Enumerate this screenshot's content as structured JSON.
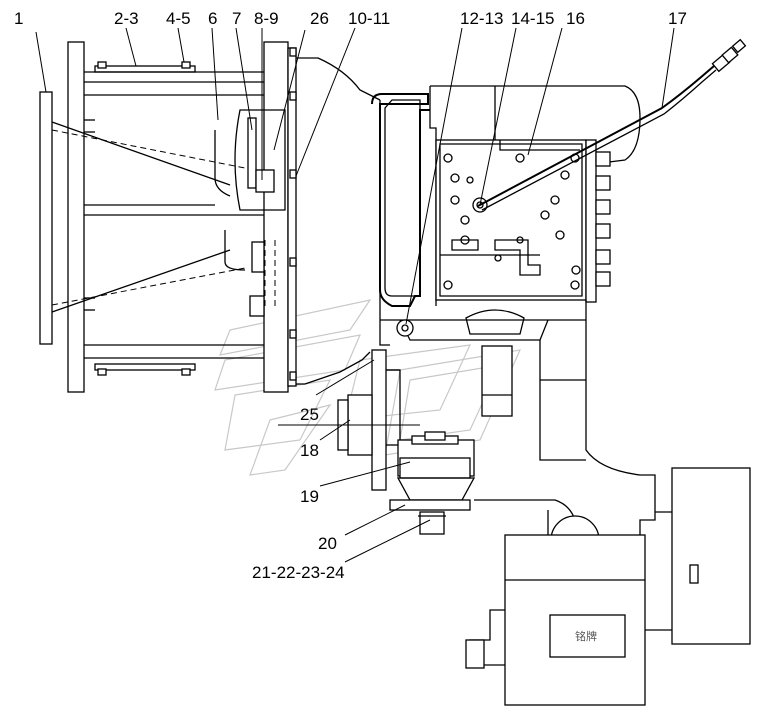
{
  "labels": {
    "p1": "1",
    "p2_3": "2-3",
    "p4_5": "4-5",
    "p6": "6",
    "p7": "7",
    "p8_9": "8-9",
    "p26": "26",
    "p10_11": "10-11",
    "p12_13": "12-13",
    "p14_15": "14-15",
    "p16": "16",
    "p17": "17",
    "p25": "25",
    "p18": "18",
    "p19": "19",
    "p20": "20",
    "p21_24": "21-22-23-24"
  },
  "nameplate": {
    "text": "铭牌"
  }
}
